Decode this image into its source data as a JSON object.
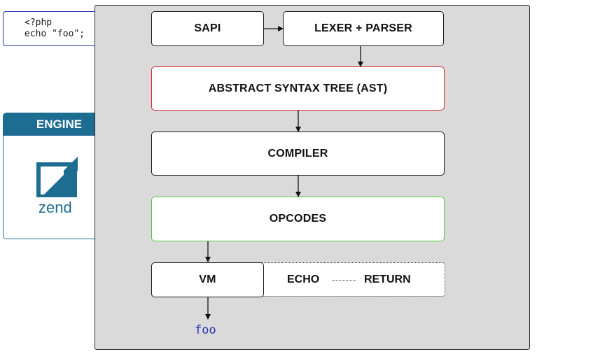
{
  "code_snippet": {
    "lines": [
      "<?php",
      "echo \"foo\";"
    ]
  },
  "engine_card": {
    "header": "ENGINE",
    "logo_text": "zend",
    "logo_icon": "zend-logo-icon"
  },
  "pipeline": {
    "sapi": "SAPI",
    "lexer_parser": "LEXER + PARSER",
    "ast": "ABSTRACT SYNTAX TREE (AST)",
    "compiler": "COMPILER",
    "opcodes": "OPCODES",
    "vm": "VM",
    "opcode_list": [
      "ECHO",
      "RETURN"
    ],
    "output": "foo"
  },
  "colors": {
    "panel": "#dadada",
    "engine_blue": "#1d6d93",
    "code_blue": "#2d2fb8",
    "ast_red": "#d9262b",
    "opcodes_green": "#4ccc33"
  }
}
